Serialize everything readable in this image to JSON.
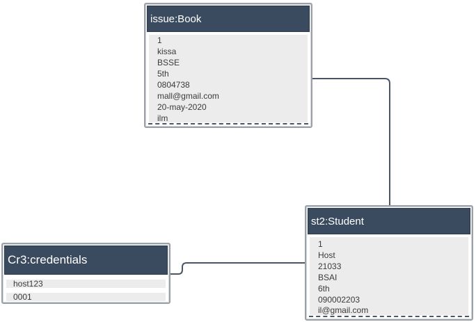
{
  "objects": {
    "book": {
      "title": "issue:Book",
      "attributes": [
        "1",
        "kissa",
        "BSSE",
        "5th",
        "0804738",
        "mall@gmail.com",
        "20-may-2020",
        "ilm"
      ]
    },
    "student": {
      "title": "st2:Student",
      "attributes": [
        "1",
        "Host",
        "21033",
        "BSAI",
        "6th",
        "090002203",
        "il@gmail.com"
      ]
    },
    "credentials": {
      "title": "Cr3:credentials",
      "attributes": [
        "host123",
        "0001"
      ]
    }
  },
  "colors": {
    "header": "#3b4b5f",
    "attribute_bg": "#ececec",
    "connector": "#4a5666"
  }
}
